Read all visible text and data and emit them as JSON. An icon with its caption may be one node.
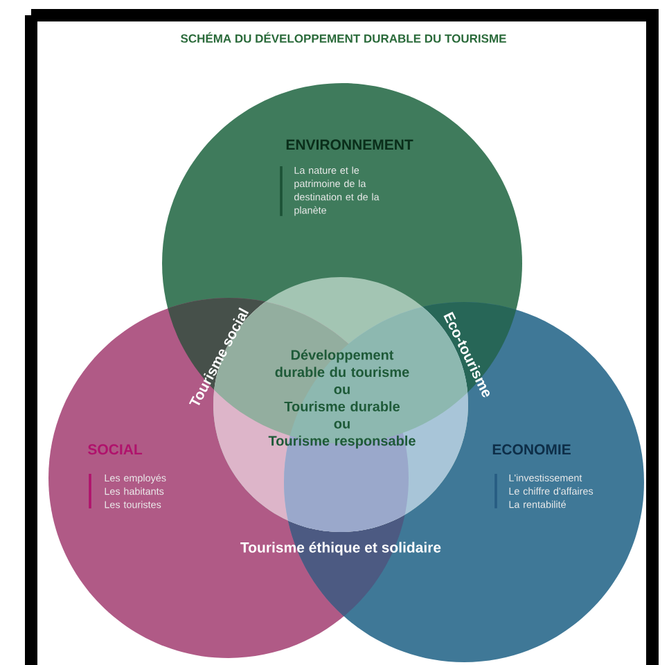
{
  "diagram": {
    "title": "SCHÉMA DU DÉVELOPPEMENT DURABLE DU TOURISME",
    "nodes": [
      {
        "text": [
          "ENVIRONNEMENT",
          "La nature et le patrimoine de la destination et de la planète"
        ]
      },
      {
        "text": [
          "Développement durable du tourisme",
          "ou",
          "Tourisme durable",
          "ou",
          "Tourisme responsable"
        ]
      },
      {
        "text": [
          "SOCIAL",
          "Les employés",
          "Les habitants",
          "Les touristes"
        ]
      },
      {
        "text": [
          "ECONOMIE",
          "L'investissement",
          "Le chiffre d'affaires",
          "La rentabilité"
        ]
      }
    ],
    "labels": [
      "Tourisme social",
      "Eco-tourisme",
      "Tourisme éthique et solidaire"
    ]
  }
}
